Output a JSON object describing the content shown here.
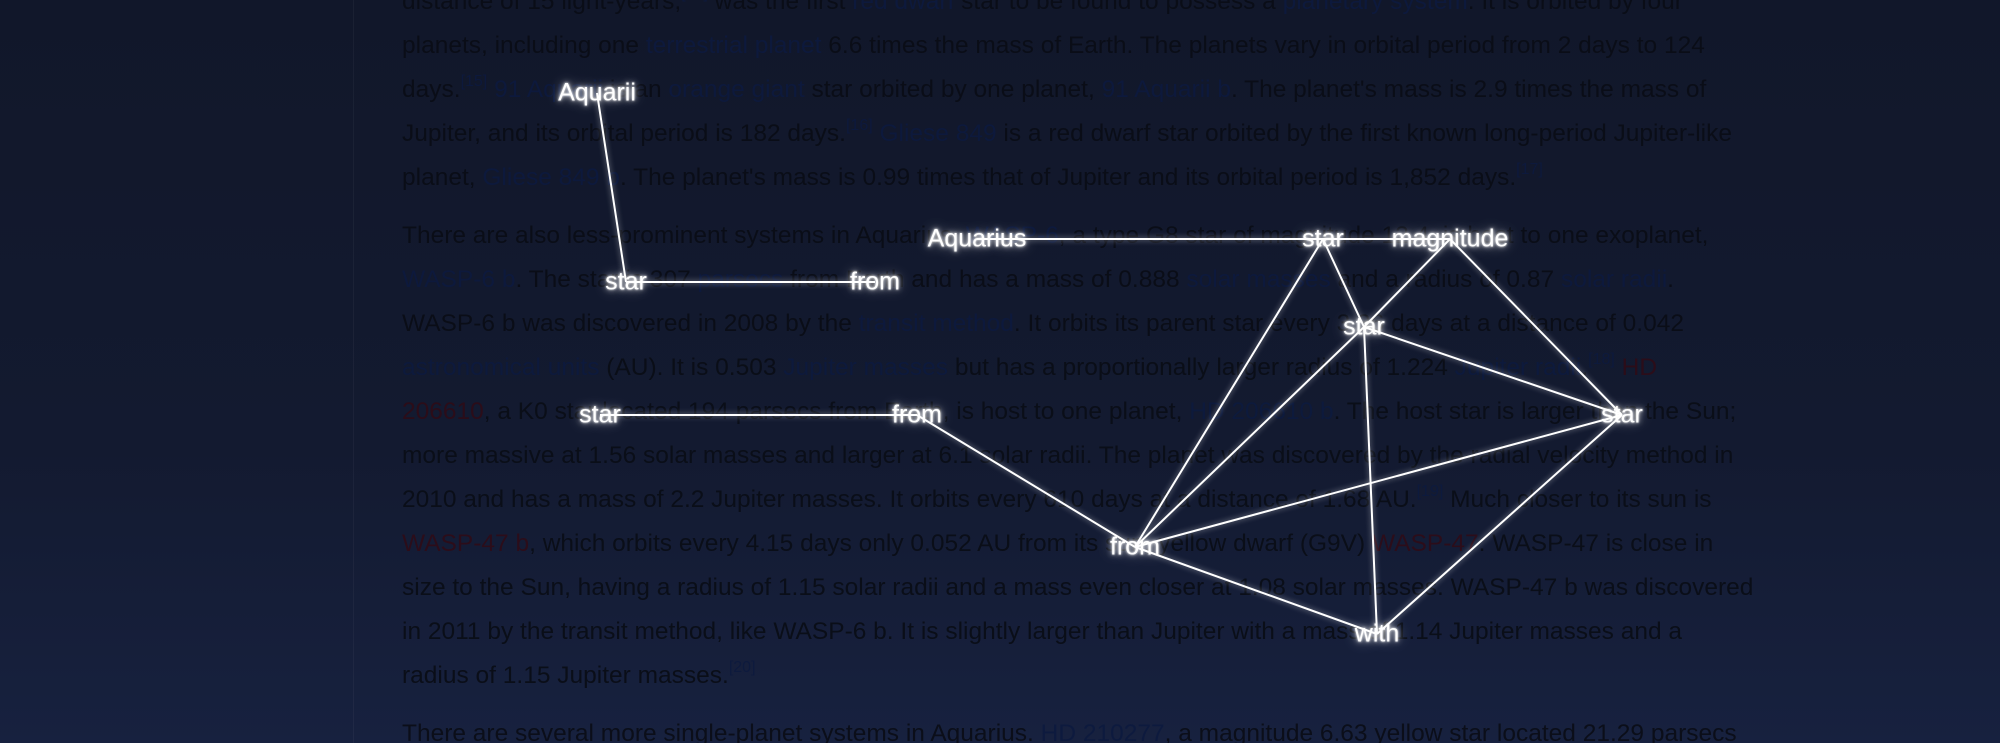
{
  "article": {
    "lines": [
      {
        "segs": [
          {
            "t": "distance of 15 light-years,"
          },
          {
            "t": "[14]",
            "sup": true
          },
          {
            "t": " was the first "
          },
          {
            "t": "red dwarf",
            "link": true
          },
          {
            "t": " star to be found to possess a "
          },
          {
            "t": "planetary system",
            "link": true
          },
          {
            "t": ". It is orbited by four"
          }
        ]
      },
      {
        "segs": [
          {
            "t": "planets, including one "
          },
          {
            "t": "terrestrial planet",
            "link": true
          },
          {
            "t": " 6.6 times the mass of Earth. The planets vary in orbital period from 2 days to 124"
          }
        ]
      },
      {
        "segs": [
          {
            "t": "days."
          },
          {
            "t": "[15]",
            "sup": true
          },
          {
            "t": " "
          },
          {
            "t": "91 Aquarii",
            "link": true
          },
          {
            "t": " is an "
          },
          {
            "t": "orange giant",
            "link": true
          },
          {
            "t": " star orbited by one planet, "
          },
          {
            "t": "91 Aquarii b",
            "link": true
          },
          {
            "t": ". The planet's mass is 2.9 times the mass of"
          }
        ]
      },
      {
        "segs": [
          {
            "t": "Jupiter, and its orbital period is 182 days."
          },
          {
            "t": "[16]",
            "sup": true
          },
          {
            "t": " "
          },
          {
            "t": "Gliese 849",
            "link": true
          },
          {
            "t": " is a red dwarf star orbited by the first known long-period Jupiter-like"
          }
        ]
      },
      {
        "segs": [
          {
            "t": "planet, "
          },
          {
            "t": "Gliese 849 b",
            "link": true
          },
          {
            "t": ". The planet's mass is 0.99 times that of Jupiter and its orbital period is 1,852 days."
          },
          {
            "t": "[17]",
            "sup": true
          }
        ],
        "gap": true
      },
      {
        "segs": [
          {
            "t": "There are also less-prominent systems in Aquarius. "
          },
          {
            "t": "WASP-6",
            "link": true
          },
          {
            "t": ", a type G8 star of magnitude 12.4, is host to one exoplanet,"
          }
        ]
      },
      {
        "segs": [
          {
            "t": "WASP-6 b",
            "link": true
          },
          {
            "t": ". The star is 307 "
          },
          {
            "t": "parsecs",
            "link": true
          },
          {
            "t": " from Earth and has a mass of 0.888 "
          },
          {
            "t": "solar masses",
            "link": true
          },
          {
            "t": " and a radius of 0.87 "
          },
          {
            "t": "solar radii",
            "link": true
          },
          {
            "t": "."
          }
        ]
      },
      {
        "segs": [
          {
            "t": "WASP-6 b was discovered in 2008 by the "
          },
          {
            "t": "transit method",
            "link": true
          },
          {
            "t": ". It orbits its parent star every 3.36 days at a distance of 0.042"
          }
        ]
      },
      {
        "segs": [
          {
            "t": "astronomical units",
            "link": true
          },
          {
            "t": " (AU). It is 0.503 "
          },
          {
            "t": "Jupiter masses",
            "link": true
          },
          {
            "t": " but has a proportionally larger radius of 1.224 "
          },
          {
            "t": "Jupiter radii",
            "link": true
          },
          {
            "t": "."
          },
          {
            "t": "[18]",
            "sup": true
          },
          {
            "t": " "
          },
          {
            "t": "HD",
            "red": true
          }
        ]
      },
      {
        "segs": [
          {
            "t": "206610",
            "red": true
          },
          {
            "t": ", a K0 star located 194 parsecs from Earth, is host to one planet, "
          },
          {
            "t": "HD 206610 b",
            "link": true
          },
          {
            "t": ". The host star is larger than the Sun;"
          }
        ]
      },
      {
        "segs": [
          {
            "t": "more massive at 1.56 solar masses and larger at 6.1 solar radii. The planet was discovered by the radial velocity method in"
          }
        ]
      },
      {
        "segs": [
          {
            "t": "2010 and has a mass of 2.2 Jupiter masses. It orbits every 610 days at a distance of 1.68 AU."
          },
          {
            "t": "[19]",
            "sup": true
          },
          {
            "t": " Much closer to its sun is"
          }
        ]
      },
      {
        "segs": [
          {
            "t": "WASP-47 b",
            "red": true
          },
          {
            "t": ", which orbits every 4.15 days only 0.052 AU from its sun, yellow dwarf (G9V) "
          },
          {
            "t": "WASP-47",
            "red": true
          },
          {
            "t": ". WASP-47 is close in"
          }
        ]
      },
      {
        "segs": [
          {
            "t": "size to the Sun, having a radius of 1.15 solar radii and a mass even closer at 1.08 solar masses. WASP-47 b was discovered"
          }
        ]
      },
      {
        "segs": [
          {
            "t": "in 2011 by the transit method, like WASP-6 b. It is slightly larger than Jupiter with a mass of 1.14 Jupiter masses and a"
          }
        ]
      },
      {
        "segs": [
          {
            "t": "radius of 1.15 Jupiter masses."
          },
          {
            "t": "[20]",
            "sup": true
          }
        ],
        "gap": true
      },
      {
        "segs": [
          {
            "t": "There are several more single-planet systems in Aquarius. "
          },
          {
            "t": "HD 210277",
            "link": true
          },
          {
            "t": ", a magnitude 6.63 yellow star located 21.29 parsecs"
          }
        ]
      }
    ]
  },
  "graph": {
    "nodes": [
      {
        "id": "aquarii",
        "label": "Aquarii"
      },
      {
        "id": "star1",
        "label": "star"
      },
      {
        "id": "from1",
        "label": "from"
      },
      {
        "id": "aquarius",
        "label": "Aquarius"
      },
      {
        "id": "star2",
        "label": "star"
      },
      {
        "id": "magnitude",
        "label": "magnitude"
      },
      {
        "id": "star3",
        "label": "star"
      },
      {
        "id": "star4",
        "label": "star"
      },
      {
        "id": "from2",
        "label": "from"
      },
      {
        "id": "star5",
        "label": "star"
      },
      {
        "id": "from3",
        "label": "from"
      },
      {
        "id": "with",
        "label": "with"
      }
    ],
    "edges": [
      [
        "aquarii",
        "star1"
      ],
      [
        "star1",
        "from1"
      ],
      [
        "aquarius",
        "star2"
      ],
      [
        "star2",
        "magnitude"
      ],
      [
        "star2",
        "star3"
      ],
      [
        "magnitude",
        "star3"
      ],
      [
        "magnitude",
        "star5"
      ],
      [
        "star3",
        "star5"
      ],
      [
        "star4",
        "from2"
      ],
      [
        "from2",
        "from3"
      ],
      [
        "star2",
        "from3"
      ],
      [
        "star3",
        "from3"
      ],
      [
        "star5",
        "from3"
      ],
      [
        "star3",
        "with"
      ],
      [
        "from3",
        "with"
      ],
      [
        "star5",
        "with"
      ]
    ]
  }
}
